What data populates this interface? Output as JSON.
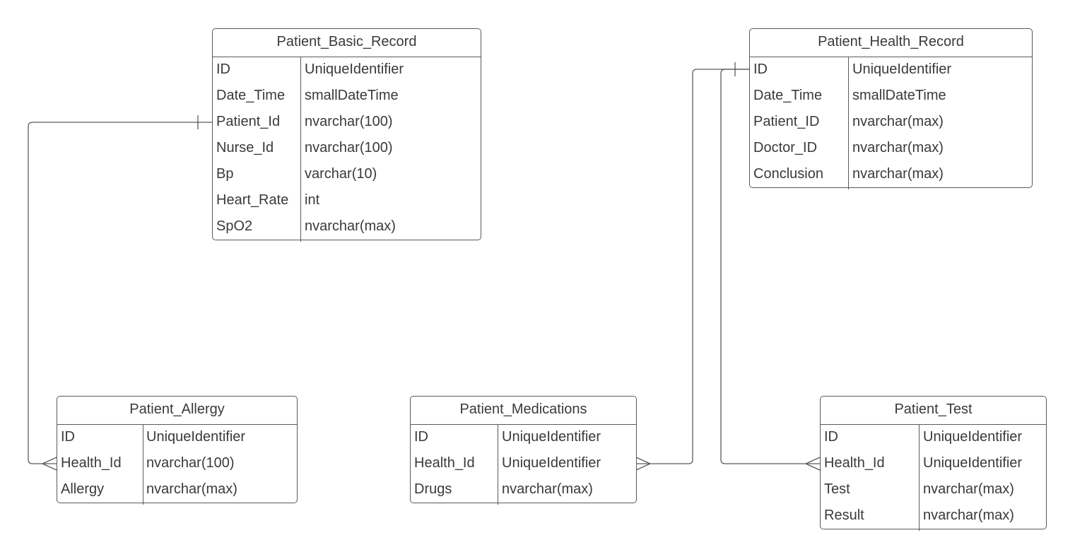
{
  "diagram": {
    "entities": [
      {
        "id": "basic",
        "title": "Patient_Basic_Record",
        "fields": [
          {
            "name": "ID",
            "type": "UniqueIdentifier"
          },
          {
            "name": "Date_Time",
            "type": "smallDateTime"
          },
          {
            "name": "Patient_Id",
            "type": "nvarchar(100)"
          },
          {
            "name": "Nurse_Id",
            "type": "nvarchar(100)"
          },
          {
            "name": "Bp",
            "type": "varchar(10)"
          },
          {
            "name": "Heart_Rate",
            "type": "int"
          },
          {
            "name": "SpO2",
            "type": "nvarchar(max)"
          }
        ]
      },
      {
        "id": "health",
        "title": "Patient_Health_Record",
        "fields": [
          {
            "name": "ID",
            "type": "UniqueIdentifier"
          },
          {
            "name": "Date_Time",
            "type": "smallDateTime"
          },
          {
            "name": "Patient_ID",
            "type": "nvarchar(max)"
          },
          {
            "name": "Doctor_ID",
            "type": "nvarchar(max)"
          },
          {
            "name": "Conclusion",
            "type": "nvarchar(max)"
          }
        ]
      },
      {
        "id": "allergy",
        "title": "Patient_Allergy",
        "fields": [
          {
            "name": "ID",
            "type": "UniqueIdentifier"
          },
          {
            "name": "Health_Id",
            "type": "nvarchar(100)"
          },
          {
            "name": "Allergy",
            "type": "nvarchar(max)"
          }
        ]
      },
      {
        "id": "meds",
        "title": "Patient_Medications",
        "fields": [
          {
            "name": "ID",
            "type": "UniqueIdentifier"
          },
          {
            "name": "Health_Id",
            "type": "UniqueIdentifier"
          },
          {
            "name": "Drugs",
            "type": "nvarchar(max)"
          }
        ]
      },
      {
        "id": "test",
        "title": "Patient_Test",
        "fields": [
          {
            "name": "ID",
            "type": "UniqueIdentifier"
          },
          {
            "name": "Health_Id",
            "type": "UniqueIdentifier"
          },
          {
            "name": "Test",
            "type": "nvarchar(max)"
          },
          {
            "name": "Result",
            "type": "nvarchar(max)"
          }
        ]
      }
    ],
    "relationships": [
      {
        "from": "Patient_Basic_Record.Patient_Id",
        "from_end": "one",
        "to": "Patient_Allergy.Health_Id",
        "to_end": "many"
      },
      {
        "from": "Patient_Health_Record.ID",
        "from_end": "one",
        "to": "Patient_Medications.Health_Id",
        "to_end": "many"
      },
      {
        "from": "Patient_Health_Record.ID",
        "from_end": "one",
        "to": "Patient_Test.Health_Id",
        "to_end": "many"
      }
    ],
    "line_color": "#5a5a5a"
  }
}
